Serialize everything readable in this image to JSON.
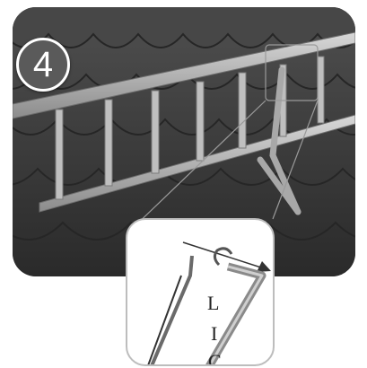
{
  "step": {
    "number": "4"
  },
  "inset": {
    "letters": [
      "L",
      "I",
      "C"
    ]
  },
  "colors": {
    "roof_dark": "#2e2e2e",
    "roof_tile": "#4a4a4a",
    "ladder_metal": "#b8b8b8",
    "badge_bg": "#5a5a5a",
    "inset_border": "#bdbdbd"
  },
  "icons": [
    "arrow-right-icon"
  ]
}
